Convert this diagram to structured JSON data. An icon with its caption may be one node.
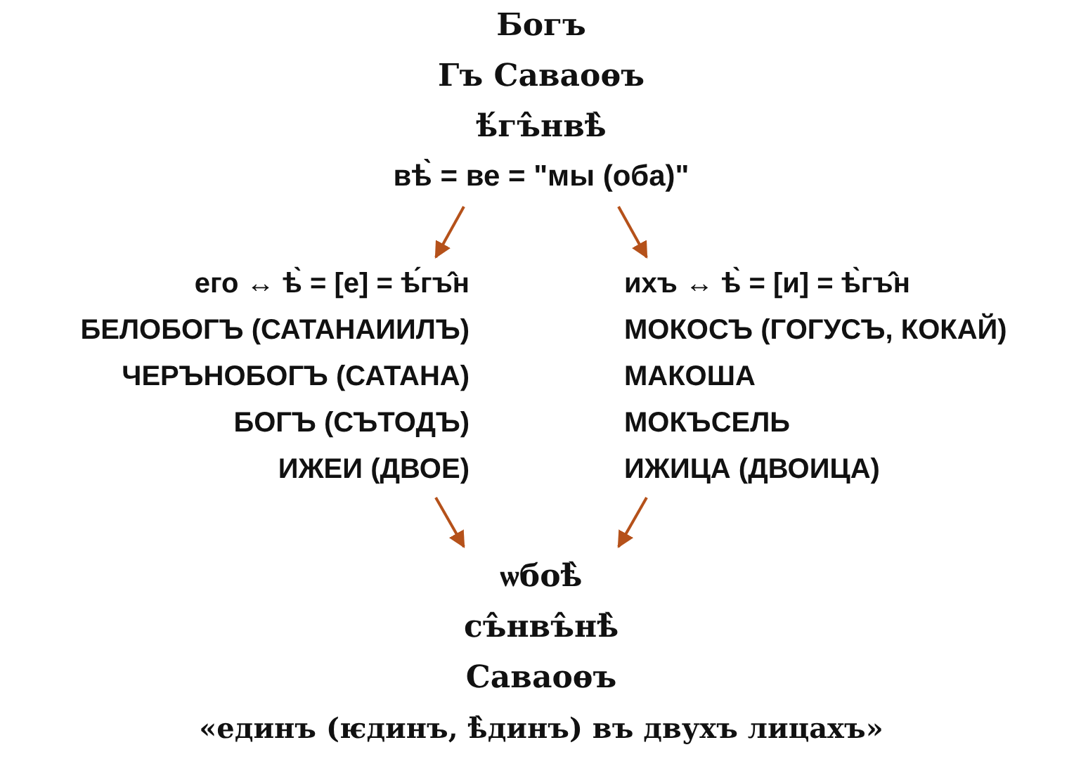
{
  "diagram": {
    "nodes": [
      {
        "text": [
          "Богъ",
          "Гъ Саваоѳъ",
          "ѣ́гъ̂нвѣ̀",
          "вѣ̀ = ве = \"мы (оба)\""
        ]
      },
      {
        "text": [
          "его ↔ ѣ̀ = [е] = ѣ́гъ̂н",
          "БЕЛОБОГЪ (САТАНАИИЛЪ)",
          "ЧЕРЪНОБОГЪ (САТАНА)",
          "БОГЪ (СЪТОДЪ)",
          "ИЖЕИ (ДВОЕ)"
        ]
      },
      {
        "text": [
          "ихъ ↔ ѣ̀ = [и] = ѣ̀гъ̂н",
          "МОКОСЪ (ГОГУСЪ, КОКАЙ)",
          "МАКОША",
          "МОКЪСЕЛЬ",
          "ИЖИЦА (ДВОИЦА)"
        ]
      },
      {
        "text": [
          "ѡбоѣ̀",
          "съ̂нвъ̂нѣ̀",
          "Саваоѳъ",
          "«единъ (ѥдинъ, ѣ̀динъ) въ двухъ лицахъ»"
        ]
      }
    ],
    "edges": [
      {
        "from": 0,
        "to": 1,
        "arrow": "to"
      },
      {
        "from": 0,
        "to": 2,
        "arrow": "to"
      },
      {
        "from": 1,
        "to": 3,
        "arrow": "to"
      },
      {
        "from": 2,
        "to": 3,
        "arrow": "to"
      }
    ]
  }
}
